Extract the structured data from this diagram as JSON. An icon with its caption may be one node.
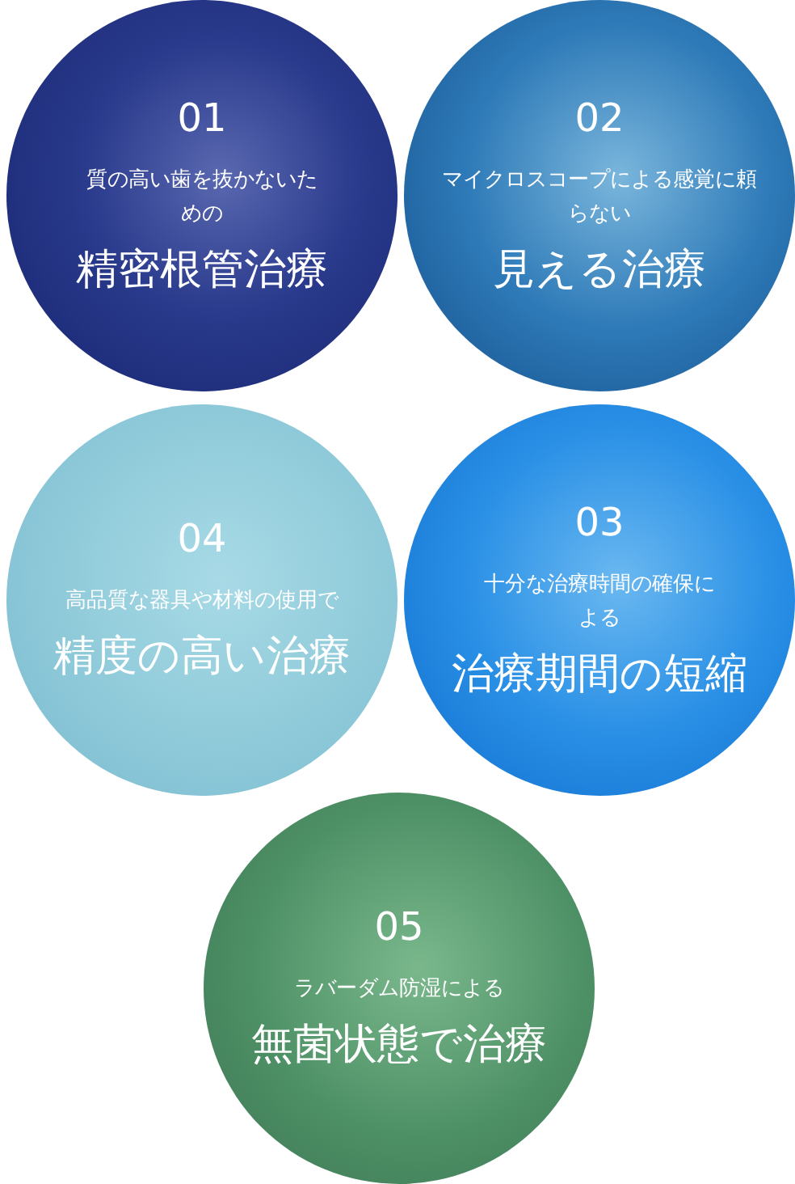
{
  "diagram": {
    "nodes": [
      {
        "text": [
          "01",
          "質の高い歯を抜かないための",
          "精密根管治療"
        ]
      },
      {
        "text": [
          "02",
          "マイクロスコープによる感覚に頼らない",
          "見える治療"
        ]
      },
      {
        "text": [
          "04",
          "高品質な器具や材料の使用で",
          "精度の高い治療"
        ]
      },
      {
        "text": [
          "03",
          "十分な治療時間の確保による",
          "治療期間の短縮"
        ]
      },
      {
        "text": [
          "05",
          "ラバーダム防湿による",
          "無菌状態で治療"
        ]
      }
    ]
  }
}
